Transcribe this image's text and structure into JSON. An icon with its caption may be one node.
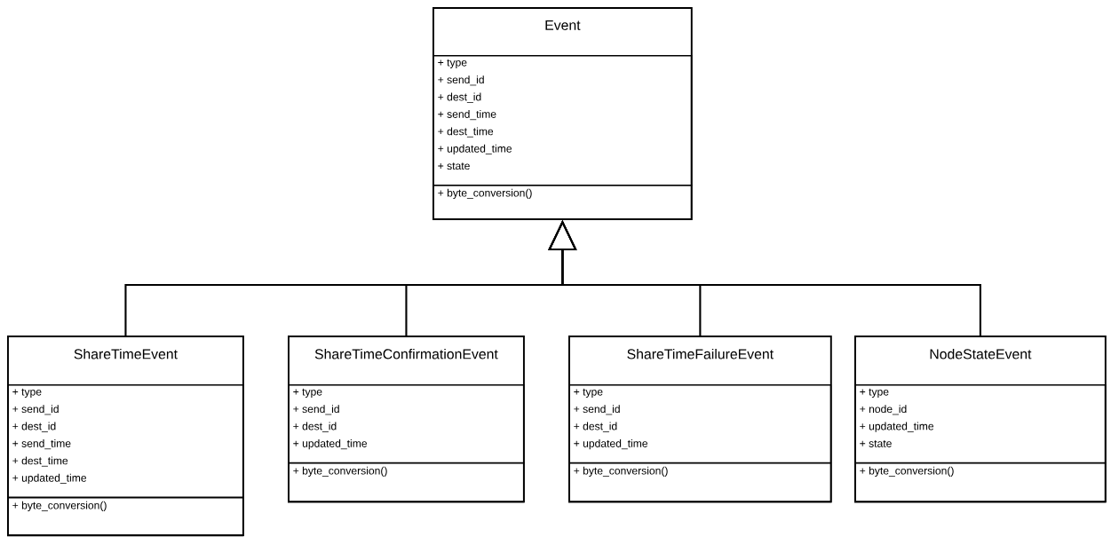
{
  "diagram": {
    "nodes": [
      {
        "text": [
          "Event"
        ]
      },
      {
        "text": [
          "+ type",
          "+ send_id",
          "+ dest_id",
          "+ send_time",
          "+ dest_time",
          "+ updated_time",
          "+ state"
        ],
        "in": 0
      },
      {
        "text": [
          "+ byte_conversion()"
        ],
        "in": 0
      },
      {
        "text": [
          "ShareTimeEvent"
        ]
      },
      {
        "text": [
          "+ type",
          "+ send_id",
          "+ dest_id",
          "+ send_time",
          "+ dest_time",
          "+ updated_time"
        ],
        "in": 3
      },
      {
        "text": [
          "+ byte_conversion()"
        ],
        "in": 3
      },
      {
        "text": [
          "ShareTimeConfirmationEvent"
        ]
      },
      {
        "text": [
          "+ type",
          "+ send_id",
          "+ dest_id",
          "+ updated_time"
        ],
        "in": 6
      },
      {
        "text": [
          "+ byte_conversion()"
        ],
        "in": 6
      },
      {
        "text": [
          "ShareTimeFailureEvent"
        ]
      },
      {
        "text": [
          "+ type",
          "+ send_id",
          "+ dest_id",
          "+ updated_time"
        ],
        "in": 9
      },
      {
        "text": [
          "+ byte_conversion()"
        ],
        "in": 9
      },
      {
        "text": [
          "NodeStateEvent"
        ]
      },
      {
        "text": [
          "+ type",
          "+ node_id",
          "+ updated_time",
          "+ state"
        ],
        "in": 12
      },
      {
        "text": [
          "+ byte_conversion()"
        ],
        "in": 12
      }
    ],
    "edges": [
      {
        "from": 3,
        "to": 0,
        "arrow": "to"
      },
      {
        "from": 6,
        "to": 0,
        "arrow": "to"
      },
      {
        "from": 9,
        "to": 0,
        "arrow": "to"
      },
      {
        "from": 12,
        "to": 0,
        "arrow": "to"
      }
    ]
  }
}
